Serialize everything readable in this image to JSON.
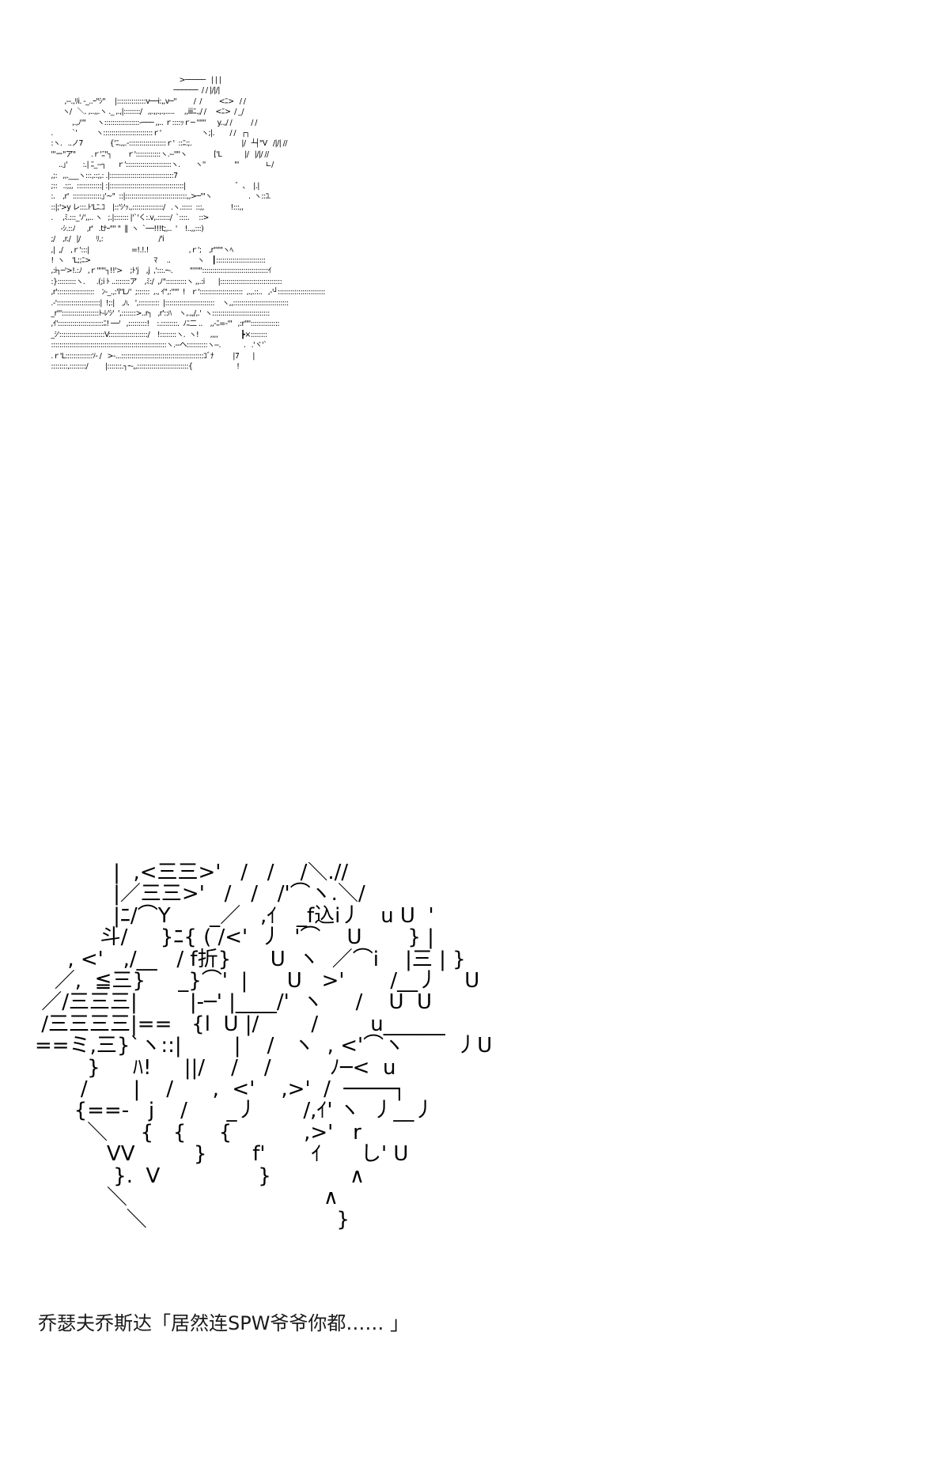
{
  "top_art": {
    "lines": [
      "                                                                    >─────   | | |",
      "                                                                 ──────  / / |/|/|",
      "        ,-‐.,ﾘi. -_..ｰ\"ｼ\"     |::::::::::::::v──i:,,v─''         /  /         <ﾆ>   / /",
      "       ヽ/   ＼. ,..,,.ヽ ._ ,.,|::::::::/   ,,.,,.,.,.....     ,,iiiﾆ.,/ /     <ﾆ>  / _/",
      "            ,.,ﾉ'\"      ヽ:::::::::::::::::‐─── ,,.. ｒ::::ｯｒ─ ''\"\"      y..,/ /          / /",
      " .          `'          ヽ::::::::::::::::::::::::ｒ'                     ヽ;|.        / /   ┌┐",
      " :ヽ.   ..ノ7              {'ﾆ.,,.-::::::::::::::::::ｒ'  ::ﾆ:;.                          |/   ┴┤\"V   /|/| //",
      " \"'ー\"ア\"        .ｒ'ﾆ\"┐        ｒ'::::::::::::ヽ.-‐'\"'ヽ              ['L            |/   |/|/ //",
      "     ..｣'        :.| ﾆ_-‐┐      ｒ'::::::::::::::::::::::ヽ.        ヽ''               \"'              ∟/",
      " ,;:   ,,.___ヽ:::,::;,: .|:::::::::::::::::::::::::::::::7",
      " ;::   .:;;,  ::::::::::::| :|::::::::::::::::::::::::::::::::::::|                          ゛、  |.|",
      " :.    ,r'  ::::::::::::::｣'~\"  ::|::::::::::::::::::::::::::::::,,>─'\"ヽ                   .  ヽ::ｺ.",
      " ::|;'>y レ:::.ﾄ'Lﾆ.ｺ    |::'ｼ'ｯ.,:::::::::::::::/   .ヽ.:::::  ::;,              !:::,,",
      " .     ,ﾐ.:::_'ﾉ',,.. ヽ   ;.|::::::: |'`'く:.v,.::::::/  `::::.     ::>",
      "      -ｼ.::ﾉ      ,r'   .tﾅｰ\"\" \"  ‖  ヽ  `──!!!t;,..  '    !..,,:::)",
      " ;/    ,r./   |/        ﾘ,:                             /'i",
      " ,|  ,/    ,ｒ':::|                      =!.!.!                     ,ｒ';    ,r''\"\"ヽﾍ",
      " !  ヽ    'L;;ﾆ>                                 ﾏ     ..              ヽ    ┃::::::::::::::::::::::::",
      " ,:i┐─'>!.:ﾉ   ,ｒ'\"\"'┐!!'>    ;ﾄ'j    ,j  ,':::.ｰ‐.         \"'''\"'::::::::::::::::::::::::::::::::ｲ",
      " :}:::::::::ヽ.      .(;i ﾄ ..:::::::ア    ,ﾐ:/  ,ﾉ\"::::::::::ヽ ,,.:i       |::::::::::::::::::::::::::::::",
      " ,r'::::::::::::::::::    ﾝ-_.,:'l\"Lﾉ'  ;::::::  ,., ｲ\",:'\"\"  !   ｒ':::::::::::::::::::::  ,.,.::..   ,‐'┘:::::::::::::::::::::::",
      " .‐':::::::::::::::::::::|  !;:|    ,ﾊ.   ',::::::::::  |::::::::::::::::::::::::    ヽ,,:::::::::::::::::::::::::::",
      " _r'''::::::::::::::::::ﾄ-ﾚ'ｼ'  ',:::::::>..r┐   ,r'::ﾊ    ヽ,.,,/,.'  ヽ::::::::::::::::::::::::::::",
      " ,ｲ'::::::::::::::::::::::ﾆ! ──'   ,:::::::::!    :.::::::::.  ﾉﾆ二 ..    ,,-ﾆ=‐'\"   ,:r'\"'::::::::::::::",
      " _ｼ'::::::::::::::::::::::V:::::::::::::::::::/    !::::::::ヽ.  ヽ!      ,,,,            ┣×::::::::",
      " ::::::::::::::::::::::::::::::::::::::::::::::::::::::::ヽ.‐‐ヘ::::::::::ヽ‐‐.            .   .'ヾ'`",
      " .ｒ'L:::::::::::::ｿ- /   >-...::::::::::::::::::::::::::::::::::::::::ｺﾞﾅ          |7       |",
      " ::::::::,::::::::/         |:::::::.┐ｰ-,,:::::::::::::::::::::::::{                       !"
    ]
  },
  "bottom_art": {
    "lines": [
      "            |  ,<三三>'   /   /    /＼.//",
      "            |／三三>'   /   /   /'⌒ヽ.＼/",
      "            |ﾆ/⌒Y      _／   ,ｲ   _f込i丿   u U  '",
      "          斗/     }ﾆ{ ( /<'  丿  '⌒    U       } |",
      "     , <'   ,/__   / f折}      U  ヽ  ／⌒i    |三 | }",
      "   ／,  ≦三}     _}⌒'  |      U   >'       /__丿    U",
      " ／/三三三|        |-─' |____/'  ヽ     /    U  U",
      " /三三三三|==   {l  U |/        /        u______",
      "==ミ,三}`ヽ::|        |    /   ヽ  , <'⌒ヽ        丿U",
      "        }     ﾊ!     ||/    /    /         ﾉ─<  u",
      "       /       |    /      ,  <'    ,>'  /  ────┐",
      "      {==-   j    /      _丿       /,ｲ' ヽ  丿__丿",
      "        ＼     {   {     {           ,>'   r",
      "           VV         }       f'       ｲ      し' U",
      "            }.  V               }            ∧",
      "           ＼                              ∧",
      "              ＼                             }"
    ]
  },
  "caption": {
    "text": "乔瑟夫乔斯达「居然连SPW爷爷你都…… 」"
  }
}
